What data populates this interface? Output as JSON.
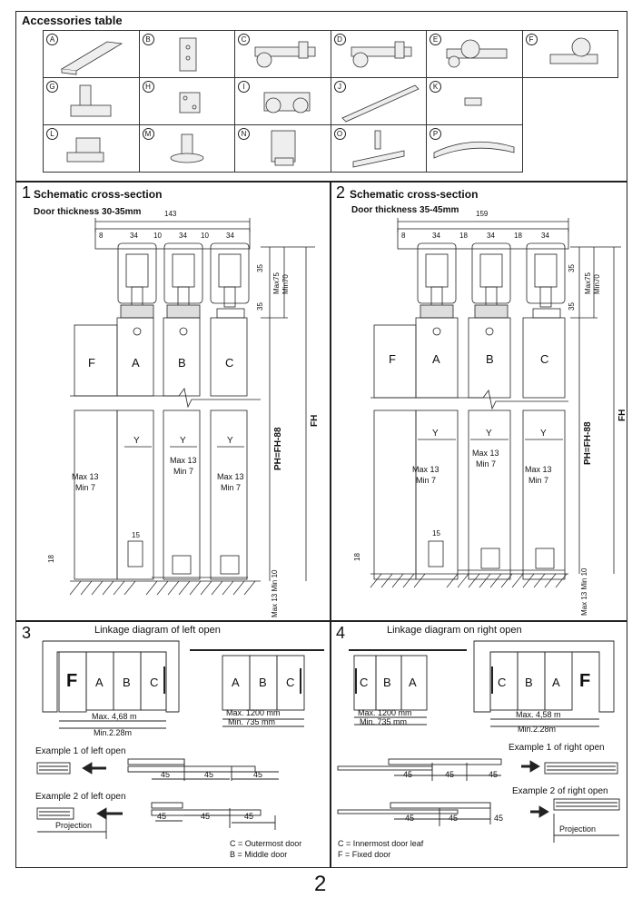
{
  "accessories": {
    "title": "Accessories table",
    "items": [
      "A",
      "B",
      "C",
      "D",
      "E",
      "F",
      "G",
      "H",
      "I",
      "J",
      "K",
      "L",
      "M",
      "N",
      "O",
      "P"
    ]
  },
  "section1": {
    "number": "1",
    "title": "Schematic cross-section",
    "subtitle": "Door thickness 30-35mm",
    "width_total": "143",
    "dims": [
      "8",
      "34",
      "10",
      "34",
      "10",
      "34"
    ],
    "vdims": [
      "35",
      "Max75",
      "Min70",
      "35"
    ],
    "doors": [
      "F",
      "A",
      "B",
      "C"
    ],
    "y_label": "Y",
    "max_min": "Max 13\nMin 7",
    "dim15": "15",
    "dim18": "18",
    "ph": "PH=FH-88",
    "fh": "FH",
    "bottom": "Max 13\nMin 10"
  },
  "section2": {
    "number": "2",
    "title": "Schematic cross-section",
    "subtitle": "Door thickness 35-45mm",
    "width_total": "159",
    "dims": [
      "8",
      "34",
      "18",
      "34",
      "18",
      "34"
    ],
    "vdims": [
      "35",
      "Max75",
      "Min70",
      "35"
    ],
    "doors": [
      "F",
      "A",
      "B",
      "C"
    ],
    "y_label": "Y",
    "max_min": "Max 13\nMin 7",
    "dim15": "15",
    "dim18": "18",
    "ph": "PH=FH-88",
    "fh": "FH",
    "bottom": "Max 13\nMin 10"
  },
  "section3": {
    "number": "3",
    "title": "Linkage diagram of left open",
    "panels": [
      "F",
      "A",
      "B",
      "C"
    ],
    "panels2": [
      "A",
      "B",
      "C"
    ],
    "max1": "Max. 4,68 m",
    "min1": "Min.2.28m",
    "max2": "Max. 1200 mm",
    "min2": "Min. 735 mm",
    "ex1": "Example 1 of left open",
    "ex2": "Example 2 of left open",
    "d45": "45",
    "projection": "Projection",
    "legend_c": "C = Outermost door",
    "legend_b": "B = Middle door"
  },
  "section4": {
    "number": "4",
    "title": "Linkage diagram on right open",
    "panels": [
      "C",
      "B",
      "A"
    ],
    "panels2": [
      "C",
      "B",
      "A",
      "F"
    ],
    "max1": "Max. 1200 mm",
    "min1": "Min. 735 mm",
    "max2": "Max. 4,58 m",
    "min2": "Min.2.28m",
    "ex1": "Example 1 of right open",
    "ex2": "Example 2 of right open",
    "d45": "45",
    "projection": "Projection",
    "legend_c": "C = Innermost door leaf",
    "legend_f": "F = Fixed door"
  },
  "page_number": "2"
}
